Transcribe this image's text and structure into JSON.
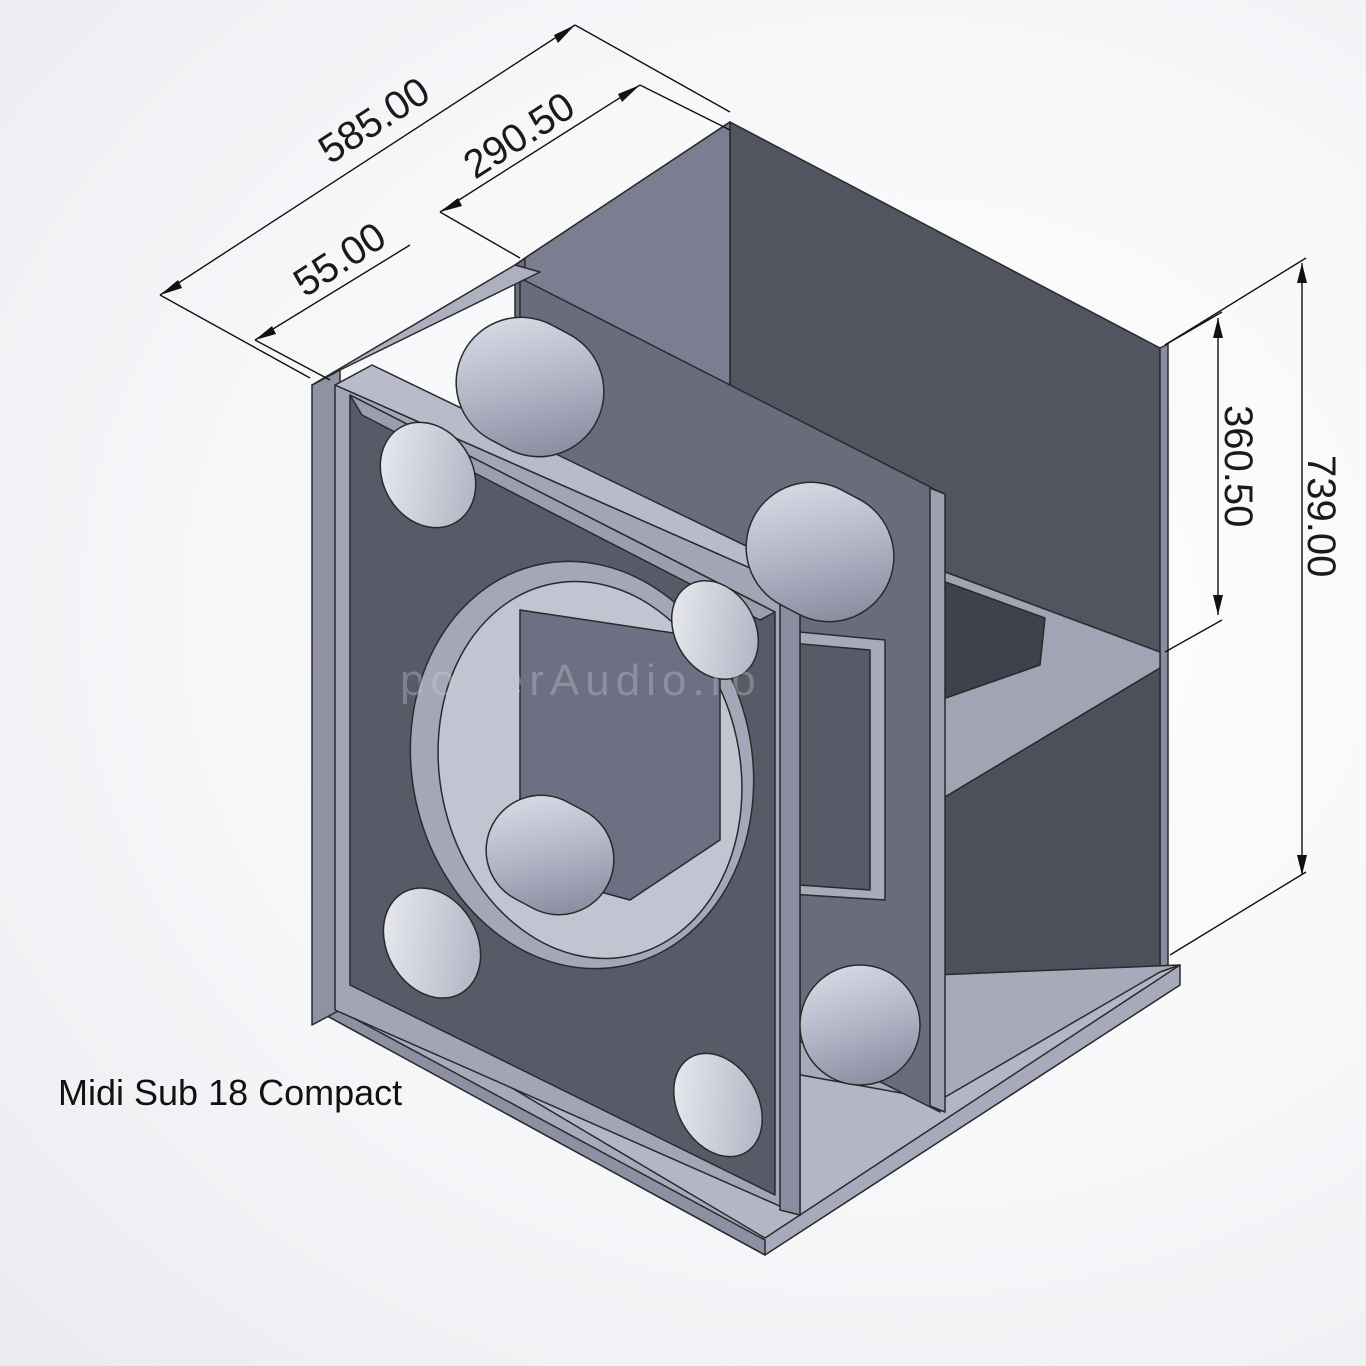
{
  "caption": "Midi Sub 18 Compact",
  "dimensions": {
    "depth_total": "585.00",
    "depth_inner": "290.50",
    "front_offset": "55.00",
    "height_upper": "360.50",
    "height_total": "739.00"
  },
  "watermark": "powerAudio.ro",
  "colors": {
    "panel_light": "#9a9cb0",
    "panel_mid": "#7e8094",
    "panel_dark": "#50525f",
    "hole": "#d8dae4",
    "line": "#2a2a2a"
  }
}
